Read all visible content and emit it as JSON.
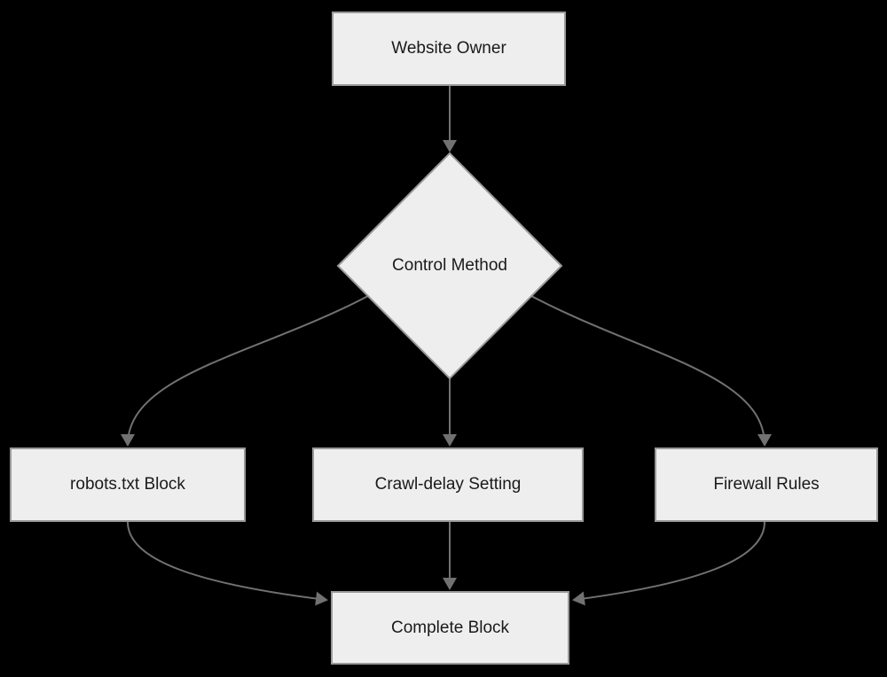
{
  "diagram": {
    "type": "flowchart",
    "direction": "top-down",
    "colors": {
      "background": "#000000",
      "node_fill": "#eeeeee",
      "node_border": "#999999",
      "edge": "#717171",
      "text": "#1a1a1a"
    },
    "nodes": [
      {
        "id": "website-owner",
        "shape": "rectangle",
        "label": "Website Owner"
      },
      {
        "id": "control-method",
        "shape": "diamond",
        "label": "Control Method"
      },
      {
        "id": "robots-txt-block",
        "shape": "rectangle",
        "label": "robots.txt Block"
      },
      {
        "id": "crawl-delay-setting",
        "shape": "rectangle",
        "label": "Crawl-delay Setting"
      },
      {
        "id": "firewall-rules",
        "shape": "rectangle",
        "label": "Firewall Rules"
      },
      {
        "id": "complete-block",
        "shape": "rectangle",
        "label": "Complete Block"
      }
    ],
    "edges": [
      {
        "from": "website-owner",
        "to": "control-method"
      },
      {
        "from": "control-method",
        "to": "robots-txt-block"
      },
      {
        "from": "control-method",
        "to": "crawl-delay-setting"
      },
      {
        "from": "control-method",
        "to": "firewall-rules"
      },
      {
        "from": "robots-txt-block",
        "to": "complete-block"
      },
      {
        "from": "crawl-delay-setting",
        "to": "complete-block"
      },
      {
        "from": "firewall-rules",
        "to": "complete-block"
      }
    ]
  }
}
